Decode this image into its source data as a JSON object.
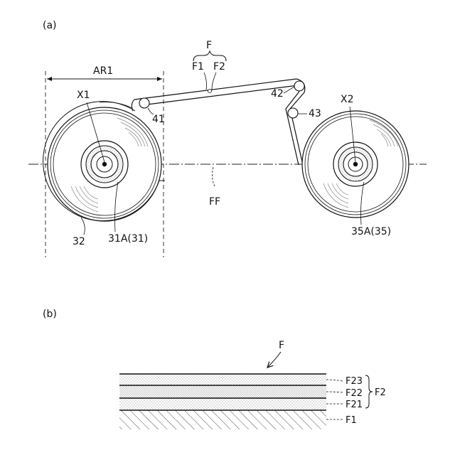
{
  "panel_a": {
    "label": "(a)",
    "film_label": "F",
    "film_layer_1": "F1",
    "film_layer_2": "F2",
    "region_label": "AR1",
    "axis_left": "X1",
    "axis_right": "X2",
    "roller_41": "41",
    "roller_42": "42",
    "roller_43": "43",
    "plane_label": "FF",
    "core_left": "31A(31)",
    "roll_left": "32",
    "core_right": "35A(35)"
  },
  "panel_b": {
    "label": "(b)",
    "film_label": "F",
    "layers": [
      "F23",
      "F22",
      "F21",
      "F1"
    ],
    "group_label": "F2"
  }
}
